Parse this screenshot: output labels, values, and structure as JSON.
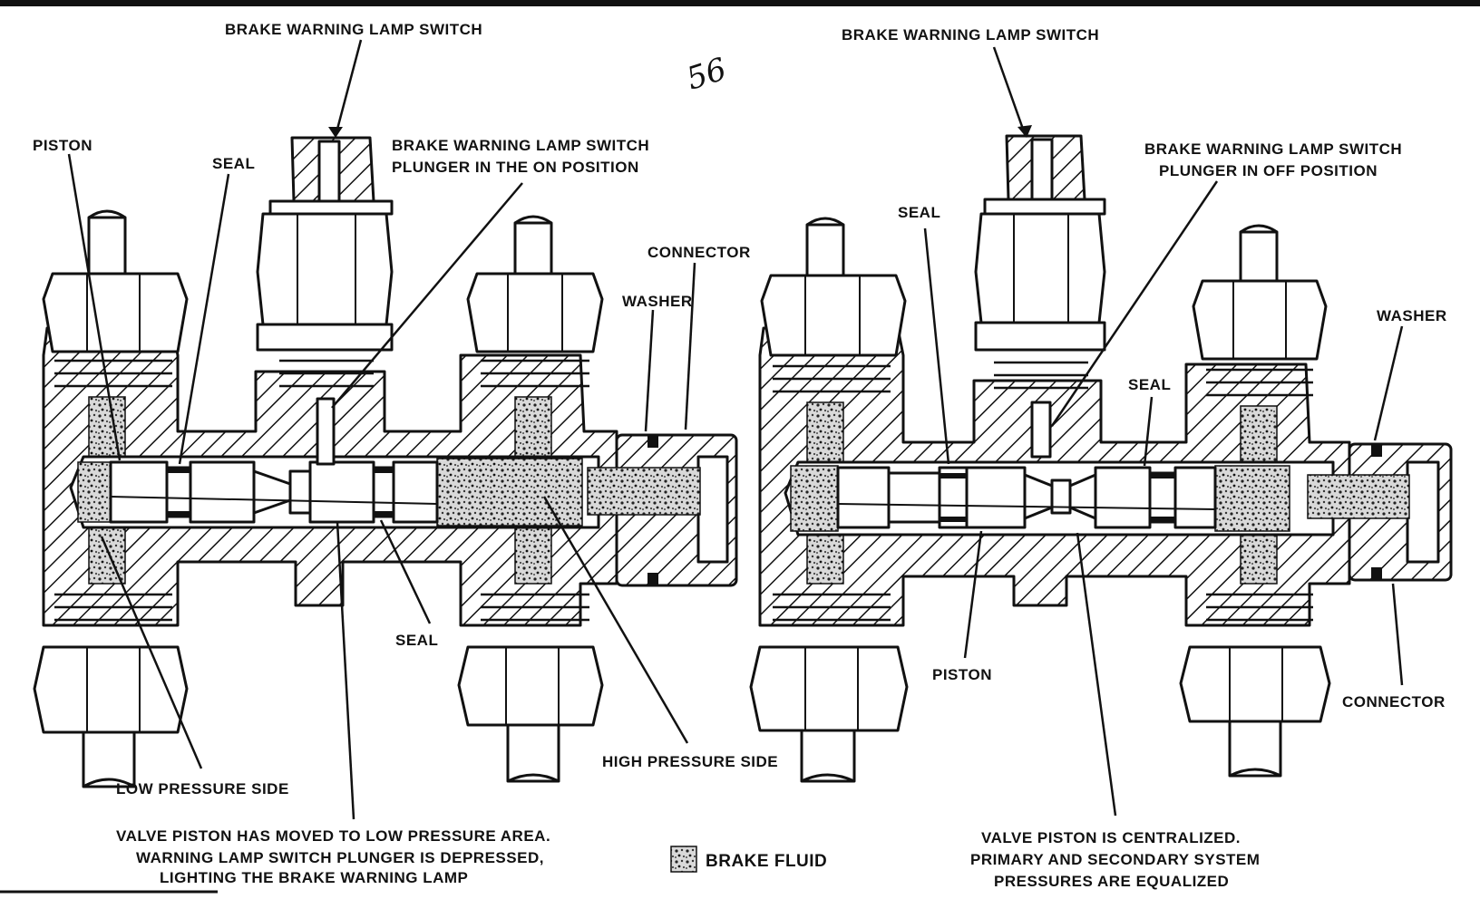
{
  "left_figure": {
    "switch_label": "BRAKE WARNING LAMP SWITCH",
    "piston_label": "PISTON",
    "seal_top_label": "SEAL",
    "plunger_label_line1": "BRAKE WARNING LAMP SWITCH",
    "plunger_label_line2": "PLUNGER IN THE ON POSITION",
    "connector_label": "CONNECTOR",
    "washer_label": "WASHER",
    "seal_bottom_label": "SEAL",
    "low_pressure_label": "LOW PRESSURE SIDE",
    "high_pressure_label": "HIGH PRESSURE SIDE",
    "caption_line1": "VALVE PISTON HAS MOVED TO LOW PRESSURE AREA.",
    "caption_line2": "WARNING LAMP SWITCH PLUNGER IS DEPRESSED,",
    "caption_line3": "LIGHTING THE BRAKE WARNING LAMP"
  },
  "right_figure": {
    "switch_label": "BRAKE WARNING LAMP SWITCH",
    "plunger_label_line1": "BRAKE WARNING LAMP SWITCH",
    "plunger_label_line2": "PLUNGER IN OFF POSITION",
    "seal_left_label": "SEAL",
    "seal_right_label": "SEAL",
    "washer_label": "WASHER",
    "piston_label": "PISTON",
    "connector_label": "CONNECTOR",
    "caption_line1": "VALVE PISTON IS CENTRALIZED.",
    "caption_line2": "PRIMARY AND SECONDARY SYSTEM",
    "caption_line3": "PRESSURES ARE EQUALIZED"
  },
  "legend": {
    "fluid_label": "BRAKE FLUID"
  },
  "handwritten_mark": "56"
}
